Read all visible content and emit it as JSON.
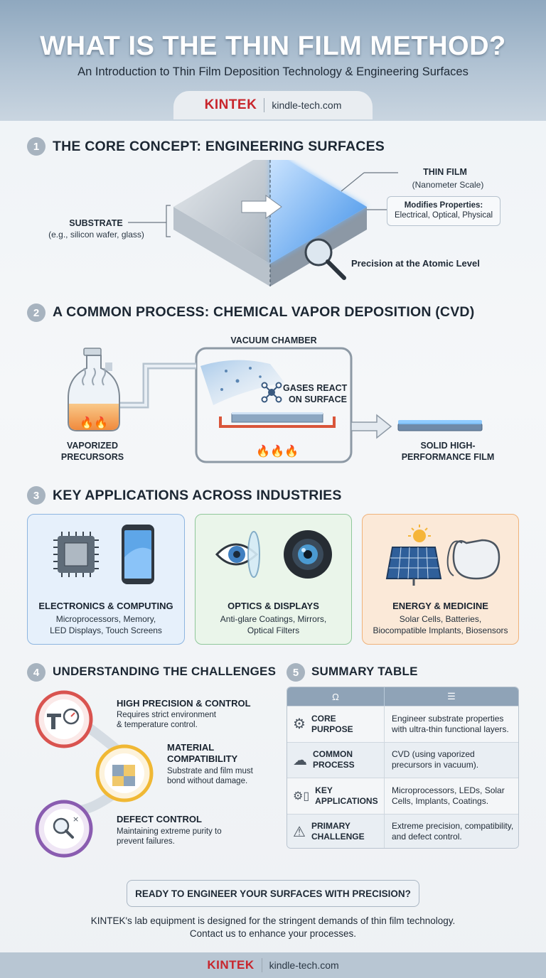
{
  "header": {
    "title": "WHAT IS THE THIN FILM METHOD?",
    "subtitle": "An Introduction to Thin Film Deposition Technology & Engineering Surfaces",
    "brand": "KINTEK",
    "url": "kindle-tech.com"
  },
  "section1": {
    "number": "1",
    "title": "THE CORE CONCEPT: ENGINEERING SURFACES",
    "substrate_label": "SUBSTRATE",
    "substrate_sub": "(e.g., silicon wafer, glass)",
    "thin_film_label": "THIN FILM",
    "thin_film_sub": "(Nanometer Scale)",
    "modifies_title": "Modifies Properties:",
    "modifies_text": "Electrical, Optical, Physical",
    "precision": "Precision at the Atomic Level"
  },
  "section2": {
    "number": "2",
    "title": "A COMMON PROCESS: CHEMICAL VAPOR DEPOSITION (CVD)",
    "chamber": "VACUUM CHAMBER",
    "precursors_1": "VAPORIZED",
    "precursors_2": "PRECURSORS",
    "react_1": "GASES REACT",
    "react_2": "ON SURFACE",
    "film_1": "SOLID HIGH-",
    "film_2": "PERFORMANCE FILM"
  },
  "section3": {
    "number": "3",
    "title": "KEY APPLICATIONS ACROSS INDUSTRIES",
    "cards": [
      {
        "title": "ELECTRONICS & COMPUTING",
        "line1": "Microprocessors, Memory,",
        "line2": "LED Displays, Touch Screens"
      },
      {
        "title": "OPTICS & DISPLAYS",
        "line1": "Anti-glare Coatings, Mirrors,",
        "line2": "Optical Filters"
      },
      {
        "title": "ENERGY & MEDICINE",
        "line1": "Solar Cells, Batteries,",
        "line2": "Biocompatible Implants, Biosensors"
      }
    ]
  },
  "section4": {
    "number": "4",
    "title": "UNDERSTANDING THE CHALLENGES",
    "items": [
      {
        "title": "HIGH PRECISION & CONTROL",
        "line1": "Requires strict environment",
        "line2": "& temperature control."
      },
      {
        "title1": "MATERIAL",
        "title2": "COMPATIBILITY",
        "line1": "Substrate and film must",
        "line2": "bond without damage."
      },
      {
        "title": "DEFECT CONTROL",
        "line1": "Maintaining extreme purity to",
        "line2": "prevent failures."
      }
    ]
  },
  "section5": {
    "number": "5",
    "title": "SUMMARY TABLE",
    "rows": [
      {
        "k1": "CORE",
        "k2": "PURPOSE",
        "v1": "Engineer substrate properties",
        "v2": "with ultra-thin functional layers."
      },
      {
        "k1": "COMMON",
        "k2": "PROCESS",
        "v1": "CVD (using vaporized",
        "v2": "precursors in vacuum)."
      },
      {
        "k1": "KEY",
        "k2": "APPLICATIONS",
        "v1": "Microprocessors, LEDs, Solar",
        "v2": "Cells, Implants, Coatings."
      },
      {
        "k1": "PRIMARY",
        "k2": "CHALLENGE",
        "v1": "Extreme precision, compatibility,",
        "v2": "and defect control."
      }
    ]
  },
  "cta": {
    "button": "READY TO ENGINEER YOUR SURFACES WITH PRECISION?",
    "line1": "KINTEK's lab equipment is designed for the stringent demands of thin film technology.",
    "line2": "Contact us to enhance your processes."
  },
  "footer": {
    "brand": "KINTEK",
    "url": "kindle-tech.com"
  },
  "colors": {
    "brand_red": "#c8252c",
    "header_blue": "#8fa8bf",
    "film_glow": "#4aa3ff",
    "electronics_border": "#8db5e0",
    "optics_border": "#8fc79a",
    "energy_border": "#f0b27a"
  }
}
